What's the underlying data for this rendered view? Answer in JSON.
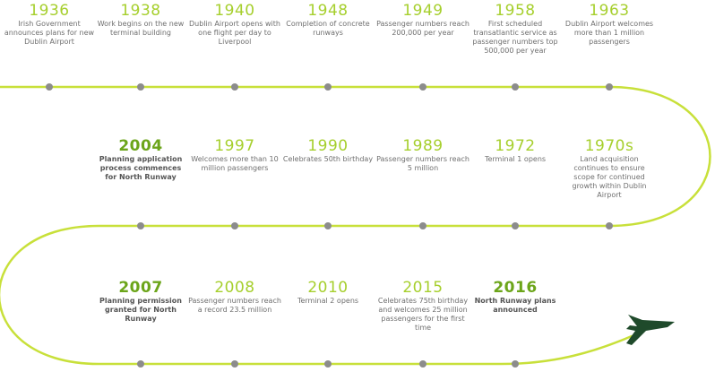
{
  "colors": {
    "track": "#c8e03a",
    "dot": "#8c8c8c",
    "year": "#a6cf2d",
    "highlight_year": "#6ca51a",
    "text": "#6f6f6f",
    "plane": "#1f4a2b"
  },
  "rows": [
    {
      "events": [
        {
          "year": "1936",
          "text": "Irish Government announces plans for new Dublin Airport",
          "highlight": false
        },
        {
          "year": "1938",
          "text": "Work begins on the new terminal building",
          "highlight": false
        },
        {
          "year": "1940",
          "text": "Dublin Airport opens with one flight per day to Liverpool",
          "highlight": false
        },
        {
          "year": "1948",
          "text": "Completion of concrete runways",
          "highlight": false
        },
        {
          "year": "1949",
          "text": "Passenger numbers reach 200,000 per year",
          "highlight": false
        },
        {
          "year": "1958",
          "text": "First scheduled transatlantic service as passenger numbers top 500,000 per year",
          "highlight": false
        },
        {
          "year": "1963",
          "text": "Dublin Airport welcomes more than 1 million passengers",
          "highlight": false
        }
      ]
    },
    {
      "events": [
        {
          "year": "2004",
          "text": "Planning application process commences for North Runway",
          "highlight": true
        },
        {
          "year": "1997",
          "text": "Welcomes more than 10 million passengers",
          "highlight": false
        },
        {
          "year": "1990",
          "text": "Celebrates 50th birthday",
          "highlight": false
        },
        {
          "year": "1989",
          "text": "Passenger numbers reach 5 million",
          "highlight": false
        },
        {
          "year": "1972",
          "text": "Terminal 1 opens",
          "highlight": false
        },
        {
          "year": "1970s",
          "text": "Land acquisition continues to ensure scope for continued growth within Dublin Airport",
          "highlight": false
        }
      ]
    },
    {
      "events": [
        {
          "year": "2007",
          "text": "Planning permission granted for North Runway",
          "highlight": true
        },
        {
          "year": "2008",
          "text": "Passenger numbers reach a record 23.5 million",
          "highlight": false
        },
        {
          "year": "2010",
          "text": "Terminal 2 opens",
          "highlight": false
        },
        {
          "year": "2015",
          "text": "Celebrates 75th birthday and welcomes 25 million passengers for the first time",
          "highlight": false
        },
        {
          "year": "2016",
          "text": "North Runway plans announced",
          "highlight": true
        }
      ]
    }
  ]
}
